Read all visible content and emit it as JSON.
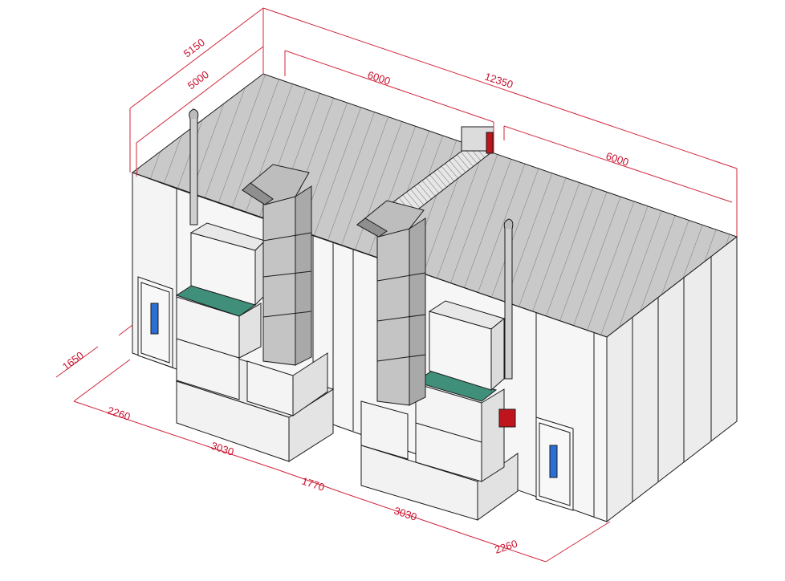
{
  "dimensions": {
    "depth_outer": "5150",
    "depth_inner": "5000",
    "length_half_left": "6000",
    "length_total": "12350",
    "length_half_right": "6000",
    "height_base": "1650",
    "left_end_gap": "2260",
    "unit_width_left": "3030",
    "middle_gap": "1770",
    "unit_width_right": "3030",
    "right_end_gap": "2260"
  },
  "colors": {
    "dimension": "#d0263a",
    "panel": "#f2f2f2",
    "roof": "#c8c8c8",
    "duct": "#bdbdbd",
    "filter": "#3f8f7a",
    "burner": "#c0141c",
    "window": "#2a6fd6"
  }
}
